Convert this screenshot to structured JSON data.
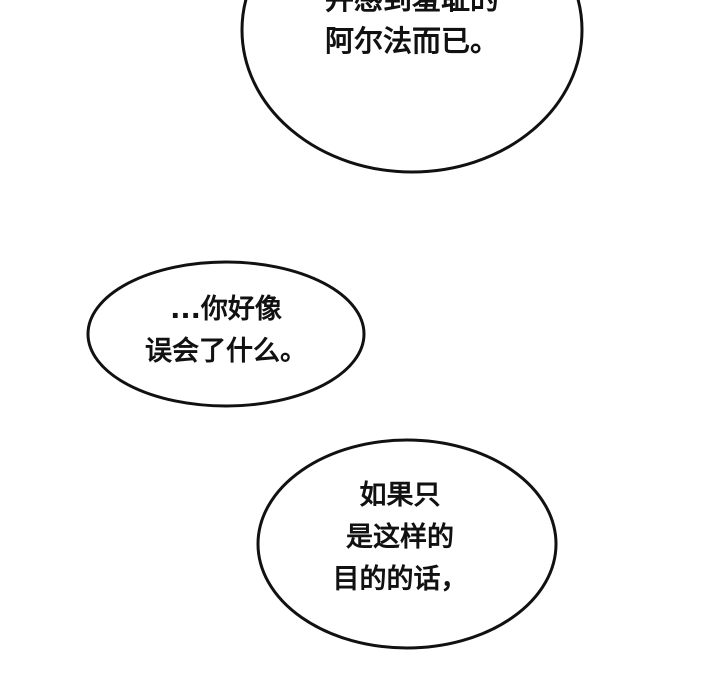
{
  "bubbles": [
    {
      "lines": [
        "并感到羞耻的",
        "阿尔法而已。"
      ]
    },
    {
      "lines": [
        "...你好像",
        "误会了什么。"
      ]
    },
    {
      "lines": [
        "如果只",
        "是这样的",
        "目的的话，"
      ]
    }
  ]
}
